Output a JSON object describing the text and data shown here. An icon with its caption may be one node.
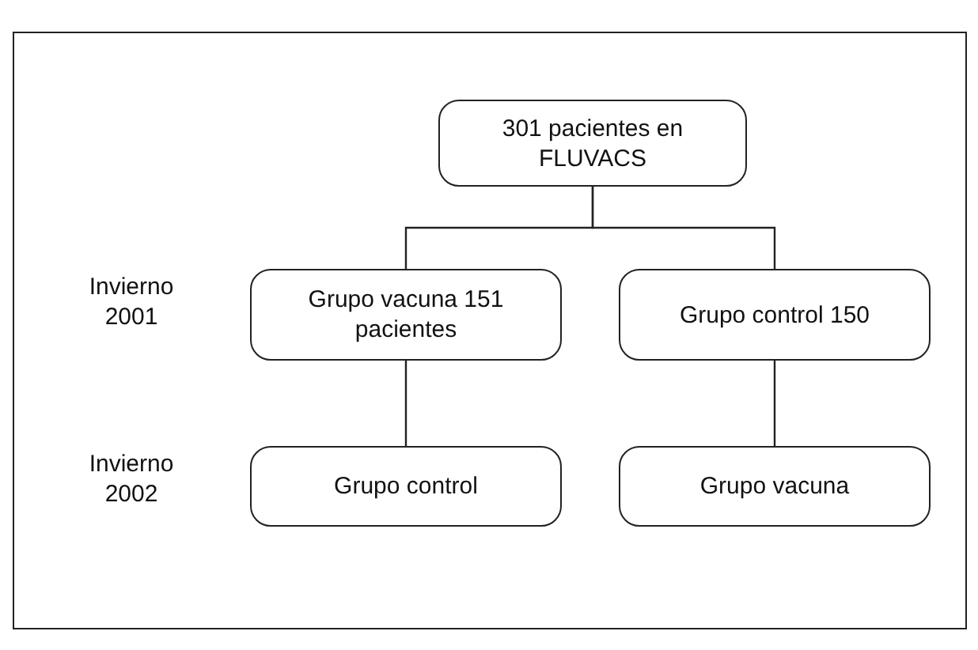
{
  "diagram": {
    "nodes": [
      {
        "text": [
          "301 pacientes en FLUVACS"
        ]
      },
      {
        "text": [
          "Grupo vacuna 151 pacientes"
        ]
      },
      {
        "text": [
          "Grupo control 150"
        ]
      },
      {
        "text": [
          "Grupo control"
        ]
      },
      {
        "text": [
          "Grupo vacuna"
        ]
      }
    ],
    "edges": [
      {
        "from": 0,
        "to": 1,
        "arrow": "none"
      },
      {
        "from": 0,
        "to": 2,
        "arrow": "none"
      },
      {
        "from": 1,
        "to": 3,
        "arrow": "none"
      },
      {
        "from": 2,
        "to": 4,
        "arrow": "none"
      }
    ],
    "labels": [
      "Invierno 2001",
      "Invierno 2002"
    ]
  }
}
